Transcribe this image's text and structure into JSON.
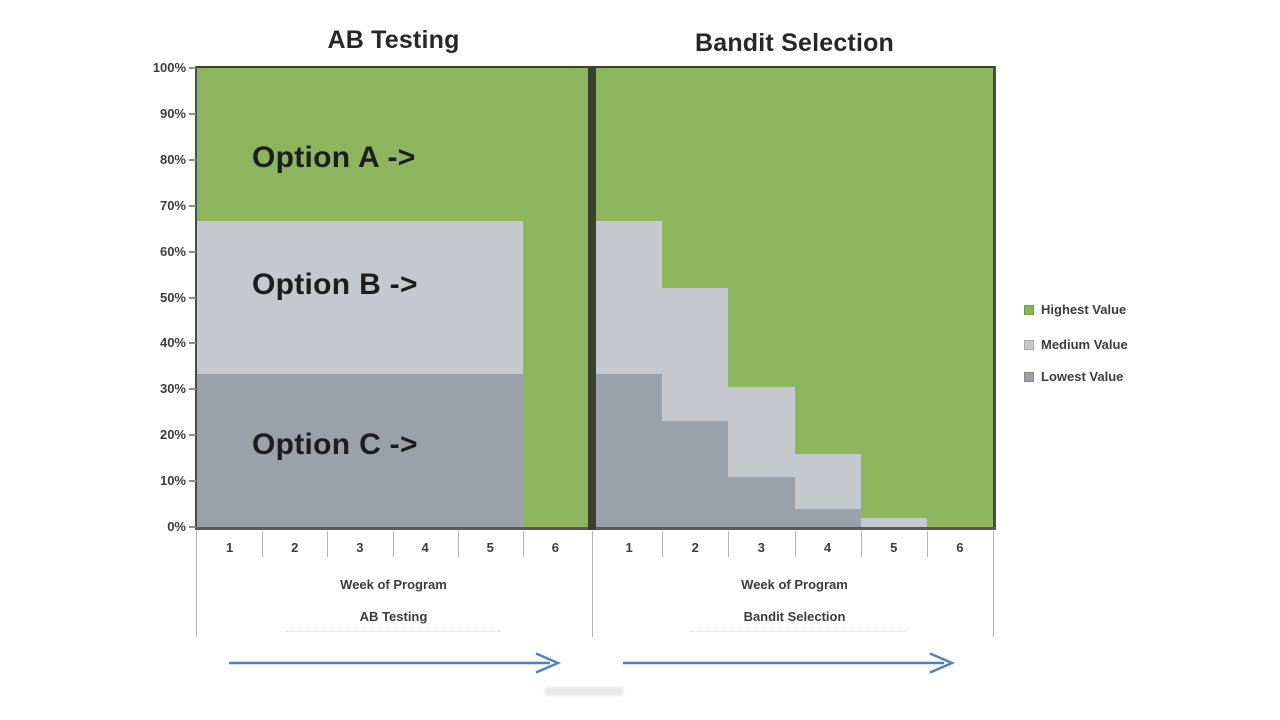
{
  "colors": {
    "highest": "#8CB55E",
    "medium": "#C5C9CF",
    "lowest": "#9AA1AA",
    "plot_border_dark": "#3A412F",
    "plot_border_side": "#4C4C46",
    "axis_bottom": "#58595A",
    "grid_gray": "#B3B3B3",
    "arrow_blue": "#4F81BD",
    "text_dark": "#3C3C3C"
  },
  "panels": [
    {
      "title": "AB Testing",
      "axis_title": "Week of Program",
      "caption": "AB Testing"
    },
    {
      "title": "Bandit Selection",
      "axis_title": "Week of Program",
      "caption": "Bandit Selection"
    }
  ],
  "option_labels": [
    "Option A ->",
    "Option B ->",
    "Option C ->"
  ],
  "y_axis": {
    "labels": [
      "100%",
      "90%",
      "80%",
      "70%",
      "60%",
      "50%",
      "40%",
      "30%",
      "20%",
      "10%",
      "0%"
    ]
  },
  "x_axis": {
    "weeks": [
      "1",
      "2",
      "3",
      "4",
      "5",
      "6"
    ]
  },
  "legend": {
    "items": [
      {
        "label": "Highest Value",
        "color": "#8CB55E"
      },
      {
        "label": "Medium Value",
        "color": "#C5C9CF"
      },
      {
        "label": "Lowest Value",
        "color": "#9AA1AA"
      }
    ]
  },
  "chart_data": [
    {
      "type": "area",
      "subtype": "stacked-100pct-stepped",
      "title": "AB Testing",
      "x": [
        1,
        2,
        3,
        4,
        5,
        6
      ],
      "xlabel": "Week of Program",
      "ylabel": "",
      "ylim": [
        0,
        100
      ],
      "y_ticks_pct": [
        0,
        10,
        20,
        30,
        40,
        50,
        60,
        70,
        80,
        90,
        100
      ],
      "legend_position": "right",
      "grid": false,
      "series": [
        {
          "name": "Lowest Value",
          "values": [
            33.3,
            33.3,
            33.3,
            33.3,
            33.3,
            0
          ]
        },
        {
          "name": "Medium Value",
          "values": [
            33.4,
            33.4,
            33.4,
            33.4,
            33.4,
            0
          ]
        },
        {
          "name": "Highest Value",
          "values": [
            33.3,
            33.3,
            33.3,
            33.3,
            33.3,
            100
          ]
        }
      ],
      "annotations": [
        "Option A ->",
        "Option B ->",
        "Option C ->"
      ]
    },
    {
      "type": "area",
      "subtype": "stacked-100pct-stepped",
      "title": "Bandit Selection",
      "x": [
        1,
        2,
        3,
        4,
        5,
        6
      ],
      "xlabel": "Week of Program",
      "ylabel": "",
      "ylim": [
        0,
        100
      ],
      "y_ticks_pct": [
        0,
        10,
        20,
        30,
        40,
        50,
        60,
        70,
        80,
        90,
        100
      ],
      "legend_position": "right",
      "grid": false,
      "series": [
        {
          "name": "Lowest Value",
          "values": [
            33.3,
            23,
            11,
            4,
            0,
            0
          ]
        },
        {
          "name": "Medium Value",
          "values": [
            33.4,
            29,
            19.5,
            12,
            2,
            0
          ]
        },
        {
          "name": "Highest Value",
          "values": [
            33.3,
            48,
            69.5,
            84,
            98,
            100
          ]
        }
      ],
      "annotations": []
    }
  ]
}
